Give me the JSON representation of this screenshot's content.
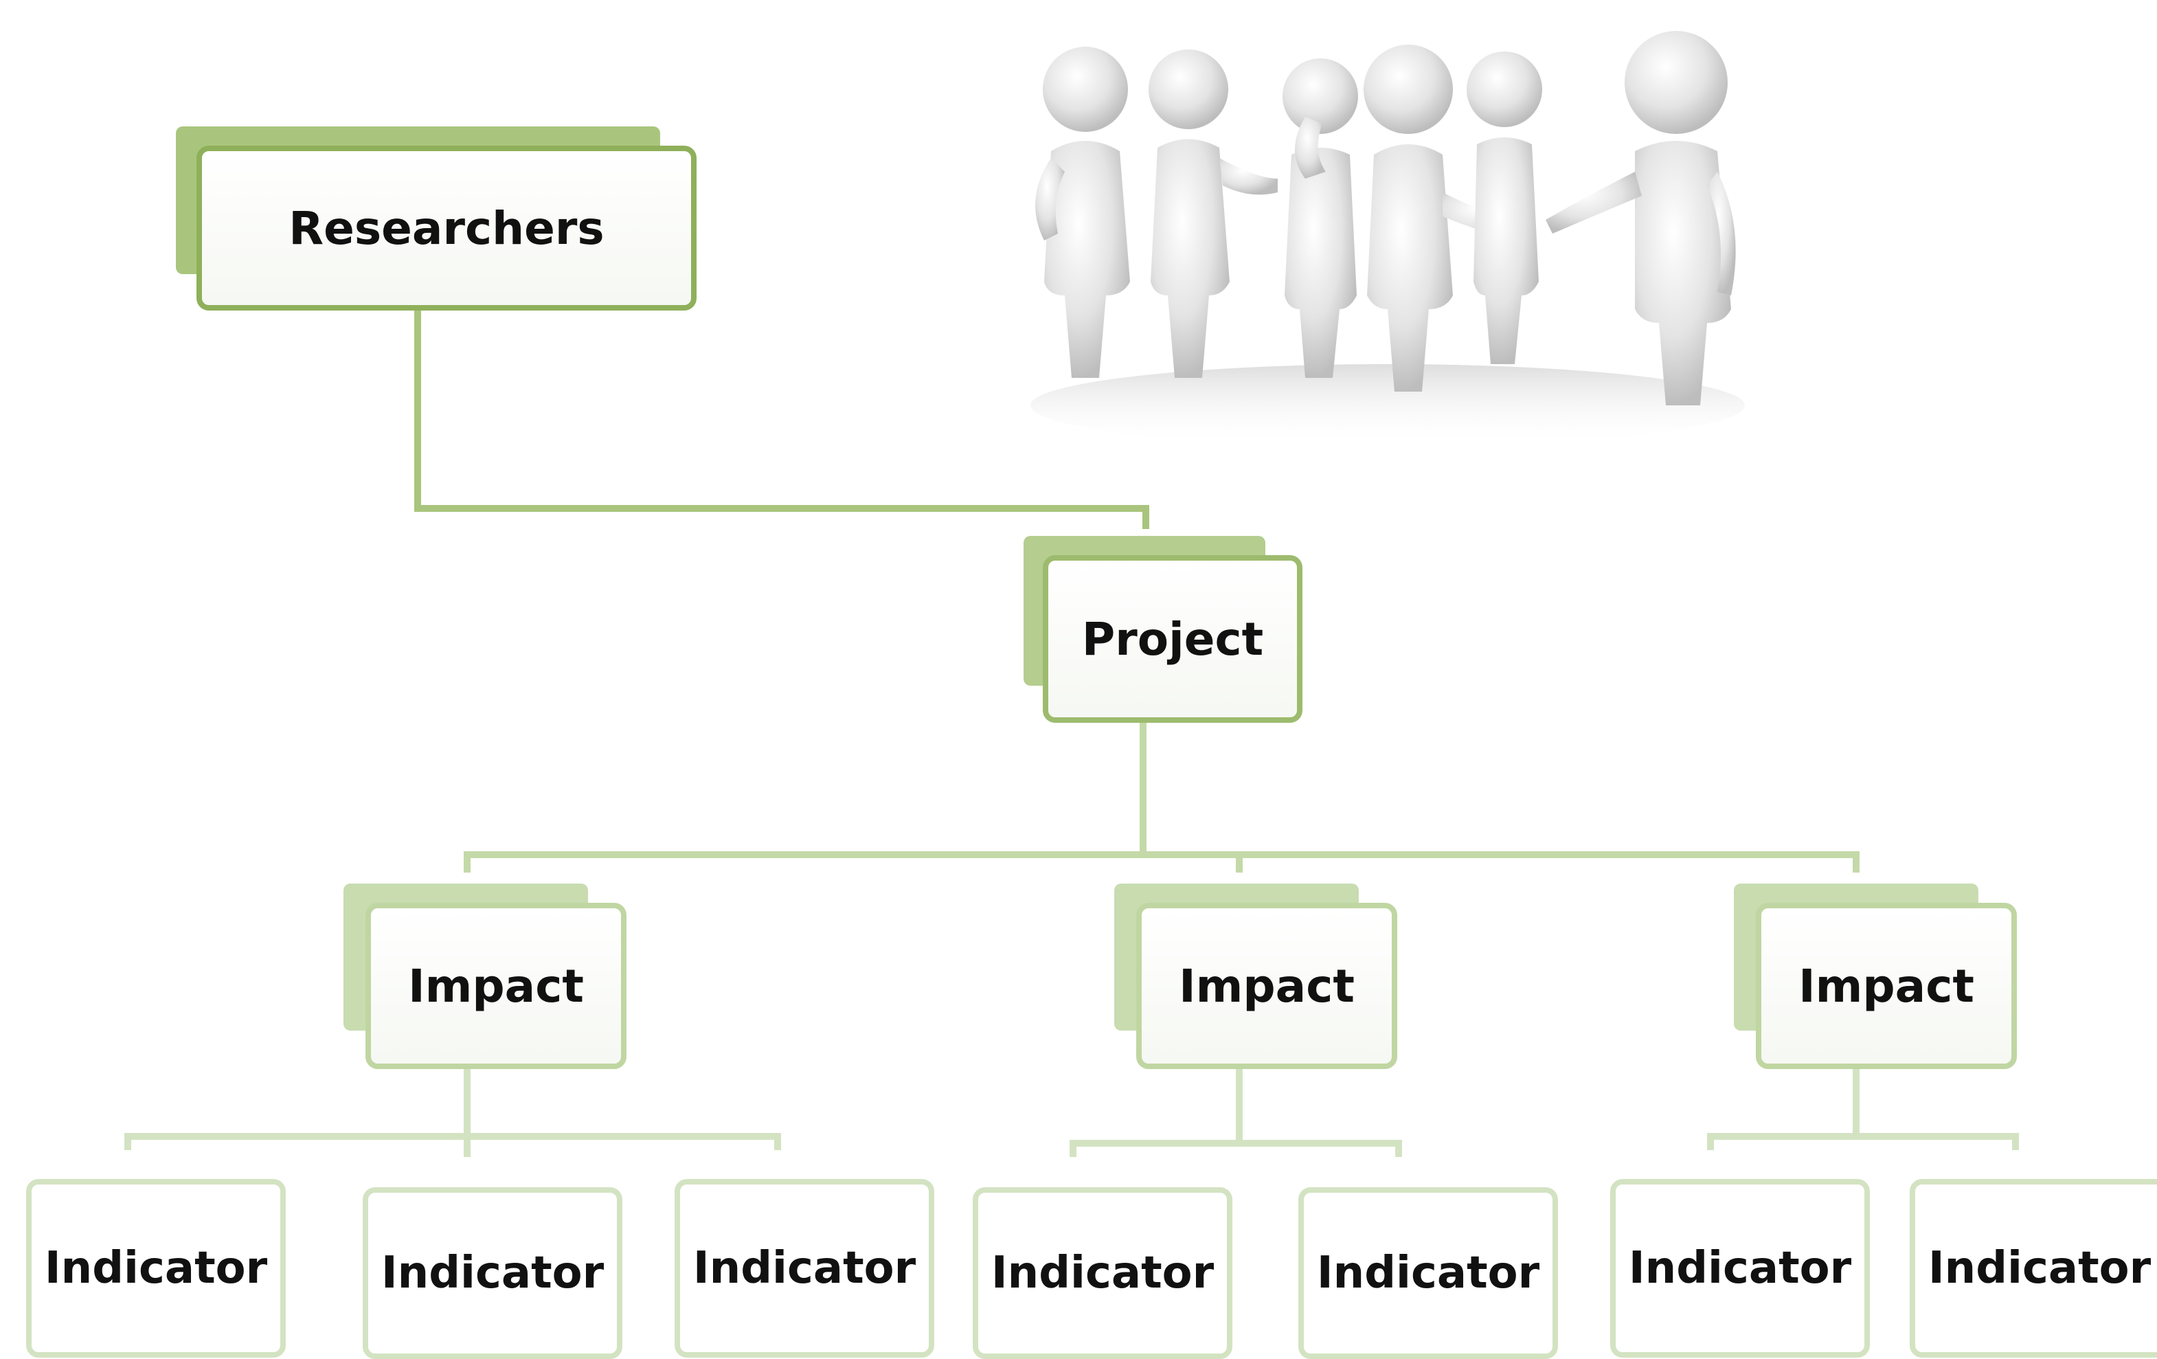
{
  "diagram": {
    "root": {
      "label": "Researchers"
    },
    "project": {
      "label": "Project"
    },
    "impacts": [
      {
        "label": "Impact",
        "indicators": [
          "Indicator",
          "Indicator",
          "Indicator"
        ]
      },
      {
        "label": "Impact",
        "indicators": [
          "Indicator",
          "Indicator"
        ]
      },
      {
        "label": "Impact",
        "indicators": [
          "Indicator",
          "Indicator"
        ]
      }
    ],
    "colors": {
      "connector_dark": "#9dbb6e",
      "connector_mid": "#bcd3a0",
      "connector_light": "#d3e3c2",
      "figure_body": "#e9e9e9",
      "figure_shade": "#c9c9c9"
    },
    "illustration": {
      "icon": "people-group-illustration"
    }
  }
}
